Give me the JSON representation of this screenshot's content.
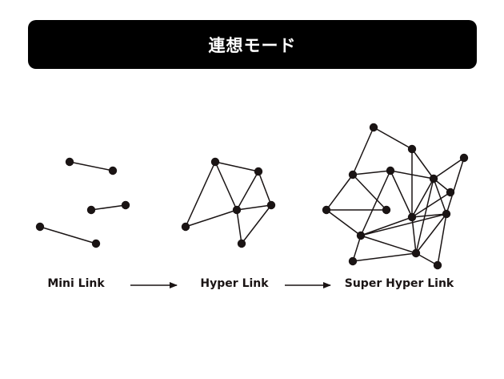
{
  "title": "連想モード",
  "stages": [
    {
      "label": "Mini Link"
    },
    {
      "label": "Hyper Link"
    },
    {
      "label": "Super Hyper Link"
    }
  ],
  "colors": {
    "ink": "#1a1414",
    "banner": "#000000",
    "banner_text": "#ffffff",
    "background": "#ffffff"
  }
}
